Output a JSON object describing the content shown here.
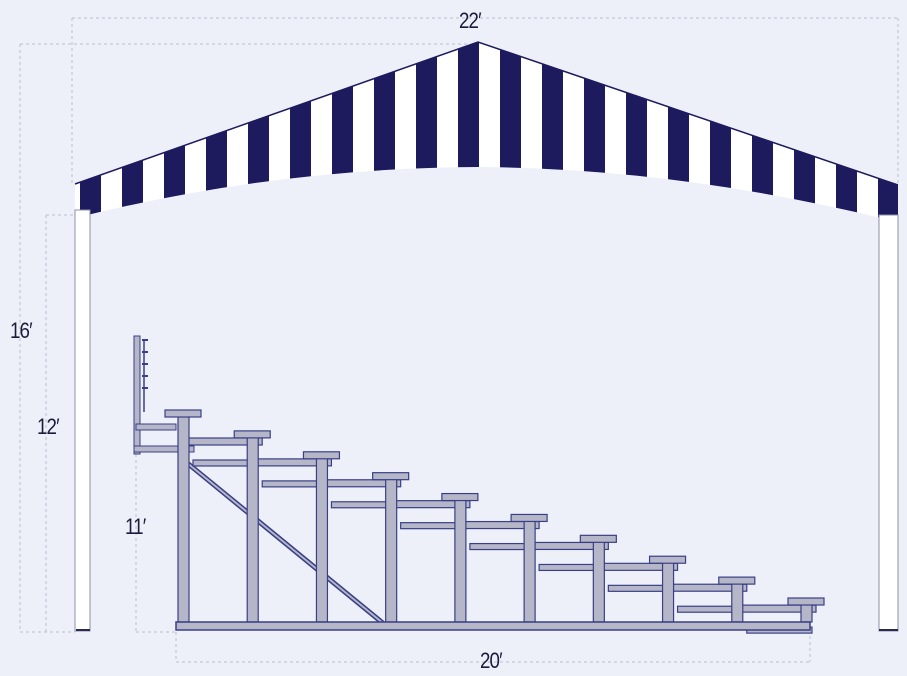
{
  "dimensions": {
    "width_top": "22′",
    "total_height": "16′",
    "post_height": "12′",
    "bleacher_height": "11′",
    "bleacher_width": "20′"
  },
  "colors": {
    "background": "#eef0f9",
    "stripe_dark": "#1e1a5e",
    "stripe_light": "#ffffff",
    "frame_dark": "#3a3f86",
    "frame_light": "#b5b6c8",
    "dim_line": "#b8bfd0"
  },
  "bleacher_rows": 10
}
